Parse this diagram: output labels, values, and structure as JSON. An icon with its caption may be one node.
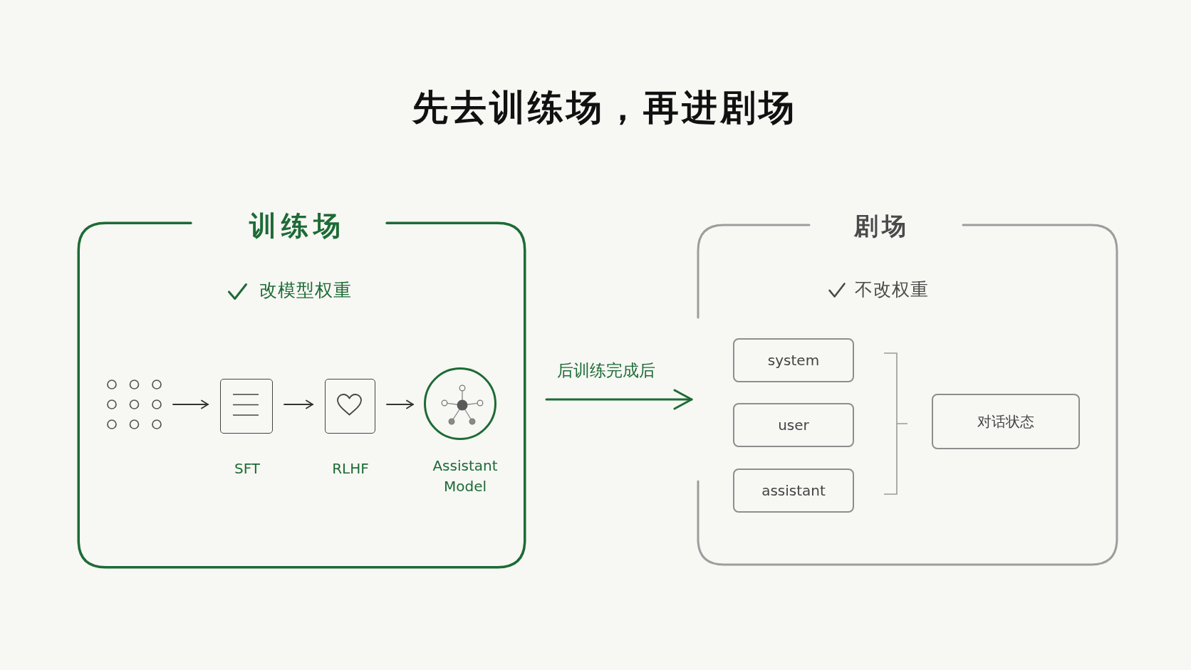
{
  "diagram": {
    "title": "先去训练场，再进剧场",
    "nodes": [
      {
        "text": [
          "训练场",
          "改模型权重"
        ]
      },
      {
        "text": [],
        "shape": "picture",
        "in": 0
      },
      {
        "text": [],
        "shape": "box",
        "in": 0,
        "beside": [
          "SFT"
        ]
      },
      {
        "text": [],
        "shape": "box",
        "in": 0,
        "beside": [
          "RLHF"
        ]
      },
      {
        "text": [],
        "shape": "circle",
        "in": 0,
        "beside": [
          "Assistant Model"
        ]
      },
      {
        "text": [
          "剧场",
          "不改权重"
        ]
      },
      {
        "text": [
          "system"
        ],
        "in": 5
      },
      {
        "text": [
          "user"
        ],
        "in": 5
      },
      {
        "text": [
          "assistant"
        ],
        "in": 5
      },
      {
        "text": [
          "对话状态"
        ],
        "in": 5
      }
    ],
    "edges": [
      {
        "from": 1,
        "to": 2,
        "arrow": "to"
      },
      {
        "from": 2,
        "to": 3,
        "arrow": "to"
      },
      {
        "from": 3,
        "to": 4,
        "arrow": "to"
      },
      {
        "from": 0,
        "to": 5,
        "arrow": "to",
        "label": "后训练完成后",
        "color": "#1d6b35"
      }
    ]
  }
}
